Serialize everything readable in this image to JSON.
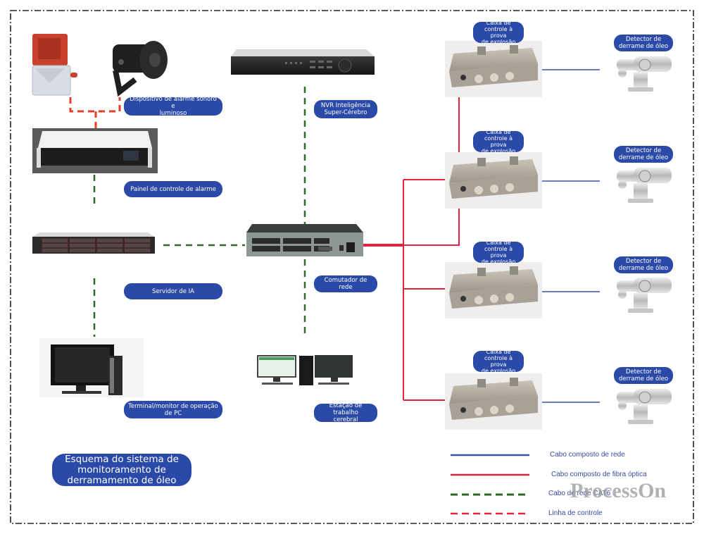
{
  "diagram": {
    "title": "Esquema do sistema de monitoramento de derramamento de óleo",
    "title_lines": [
      "Esquema do sistema de",
      "monitoramento de",
      "derramamento de óleo"
    ],
    "colors": {
      "badge": "#2b4aa8",
      "network_composite_cable": "#3b55a6",
      "fiber_composite_cable": "#e0243c",
      "cat6_cable": "#2e6b27",
      "control_line": "#e0243c",
      "frame": "#222222"
    },
    "nodes": {
      "alarm_device": {
        "label": "Dispositivo de alarme sonoro e luminoso",
        "lines": [
          "Dispositivo de alarme sonoro e",
          "luminoso"
        ]
      },
      "alarm_panel": {
        "label": "Painel de controle de alarme"
      },
      "ai_server": {
        "label": "Servidor de IA"
      },
      "pc_terminal": {
        "label": "Terminal/monitor de operação de PC",
        "lines": [
          "Terminal/monitor de operação",
          "de PC"
        ]
      },
      "nvr": {
        "label": "NVR Inteligência Super-Cérebro",
        "lines": [
          "NVR Inteligência",
          "Super-Cérebro"
        ]
      },
      "switch": {
        "label": "Comutador de rede"
      },
      "workstation": {
        "label": "Estação de trabalho cerebral",
        "lines": [
          "Estação de trabalho",
          "cerebral"
        ]
      },
      "control_boxes": [
        {
          "lines": [
            "Caixa de",
            "controle à prova",
            "de explosão"
          ]
        },
        {
          "lines": [
            "Caixa de",
            "controle à prova",
            "de explosão"
          ]
        },
        {
          "lines": [
            "Caixa de",
            "controle à prova",
            "de explosão"
          ]
        },
        {
          "lines": [
            "Caixa de",
            "controle à prova",
            "de explosão"
          ]
        }
      ],
      "detectors": [
        {
          "lines": [
            "Detector de",
            "derrame de óleo"
          ]
        },
        {
          "lines": [
            "Detector de",
            "derrame de óleo"
          ]
        },
        {
          "lines": [
            "Detector de",
            "derrame de óleo"
          ]
        },
        {
          "lines": [
            "Detector de",
            "derrame de óleo"
          ]
        }
      ]
    },
    "legend": [
      {
        "label": "Cabo composto de rede",
        "style": "solid-blue"
      },
      {
        "label": "Cabo composto de fibra óptica",
        "style": "solid-red"
      },
      {
        "label": "Cabo de rede CAT6",
        "style": "dashed-green"
      },
      {
        "label": "Linha de controle",
        "style": "dashed-red"
      }
    ],
    "watermark": "ProcessOn"
  }
}
